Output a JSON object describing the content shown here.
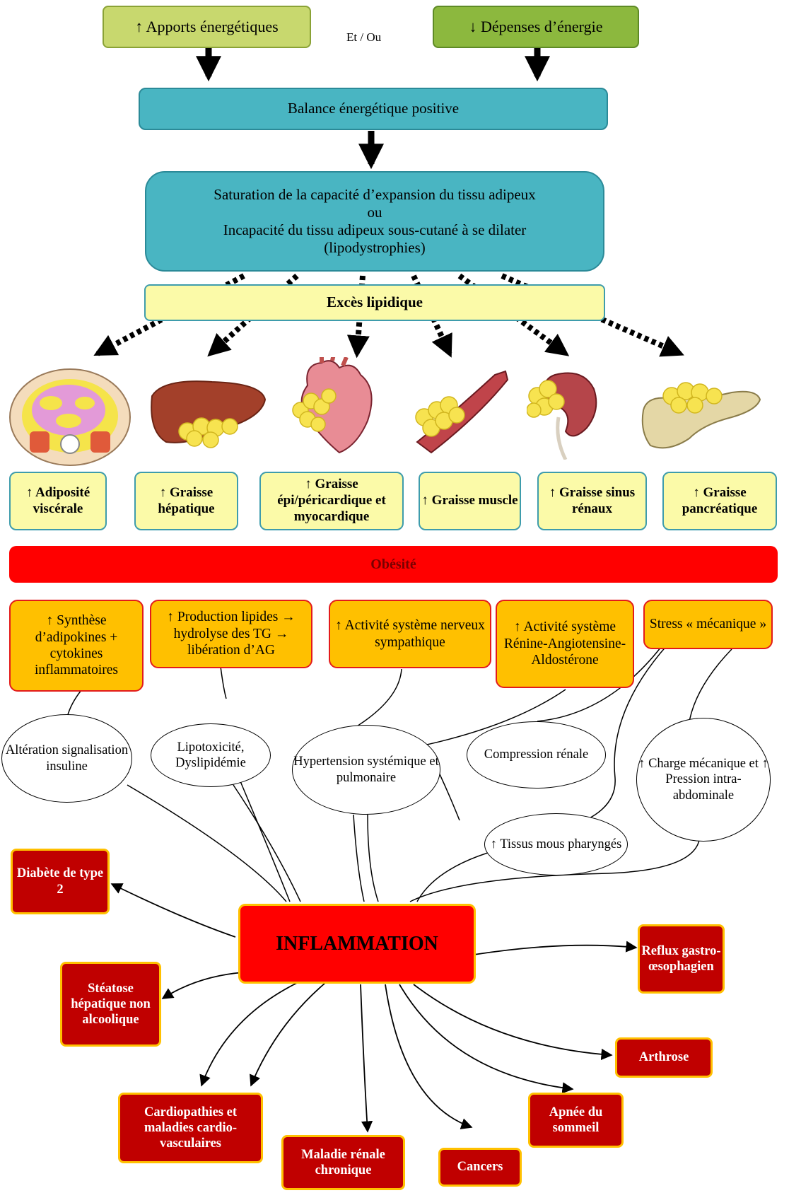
{
  "top": {
    "apports": "↑ Apports énergétiques",
    "et_ou": "Et / Ou",
    "depenses": "↓ Dépenses d’énergie"
  },
  "balance": "Balance énergétique positive",
  "saturation": {
    "line1": "Saturation de la capacité d’expansion du tissu adipeux",
    "line2": "ou",
    "line3": "Incapacité du tissu adipeux sous-cutané à se dilater",
    "line4": "(lipodystrophies)"
  },
  "exces": "Excès lipidique",
  "fat_sites": [
    "↑ Adiposité viscérale",
    "↑ Graisse hépatique",
    "↑ Graisse épi/péricardique et myocardique",
    "↑ Graisse muscle",
    "↑ Graisse sinus rénaux",
    "↑ Graisse pancréatique"
  ],
  "obesite": "Obésité",
  "mechanisms": [
    "↑ Synthèse d’adipokines + cytokines inflammatoires",
    "↑ Production lipides → hydrolyse des TG → libération d’AG",
    "↑ Activité système nerveux sympathique",
    "↑ Activité système Rénine-Angiotensine-Aldostérone",
    "Stress « mécanique »"
  ],
  "effects": [
    "Altération signalisation insuline",
    "Lipotoxicité, Dyslipidémie",
    "Hypertension systémique et pulmonaire",
    "Compression rénale",
    "↑ Charge mécanique et ↑ Pression intra-abdominale",
    "↑ Tissus mous pharyngés"
  ],
  "inflammation": "INFLAMMATION",
  "outcomes": [
    "Diabète de type 2",
    "Stéatose hépatique non alcoolique",
    "Cardiopathies et maladies cardio-vasculaires",
    "Maladie rénale chronique",
    "Cancers",
    "Apnée du sommeil",
    "Arthrose",
    "Reflux gastro-œsophagien"
  ],
  "colors": {
    "green_light": "#c8d86e",
    "green_dark": "#8cb83e",
    "teal": "#49b5c2",
    "pale_yellow": "#fbfaa8",
    "red": "#ff0000",
    "orange": "#ffc000",
    "dark_red": "#c00000"
  },
  "organ_icons": [
    "abdomen-cross-section-icon",
    "liver-icon",
    "heart-icon",
    "muscle-icon",
    "kidney-icon",
    "pancreas-icon"
  ]
}
